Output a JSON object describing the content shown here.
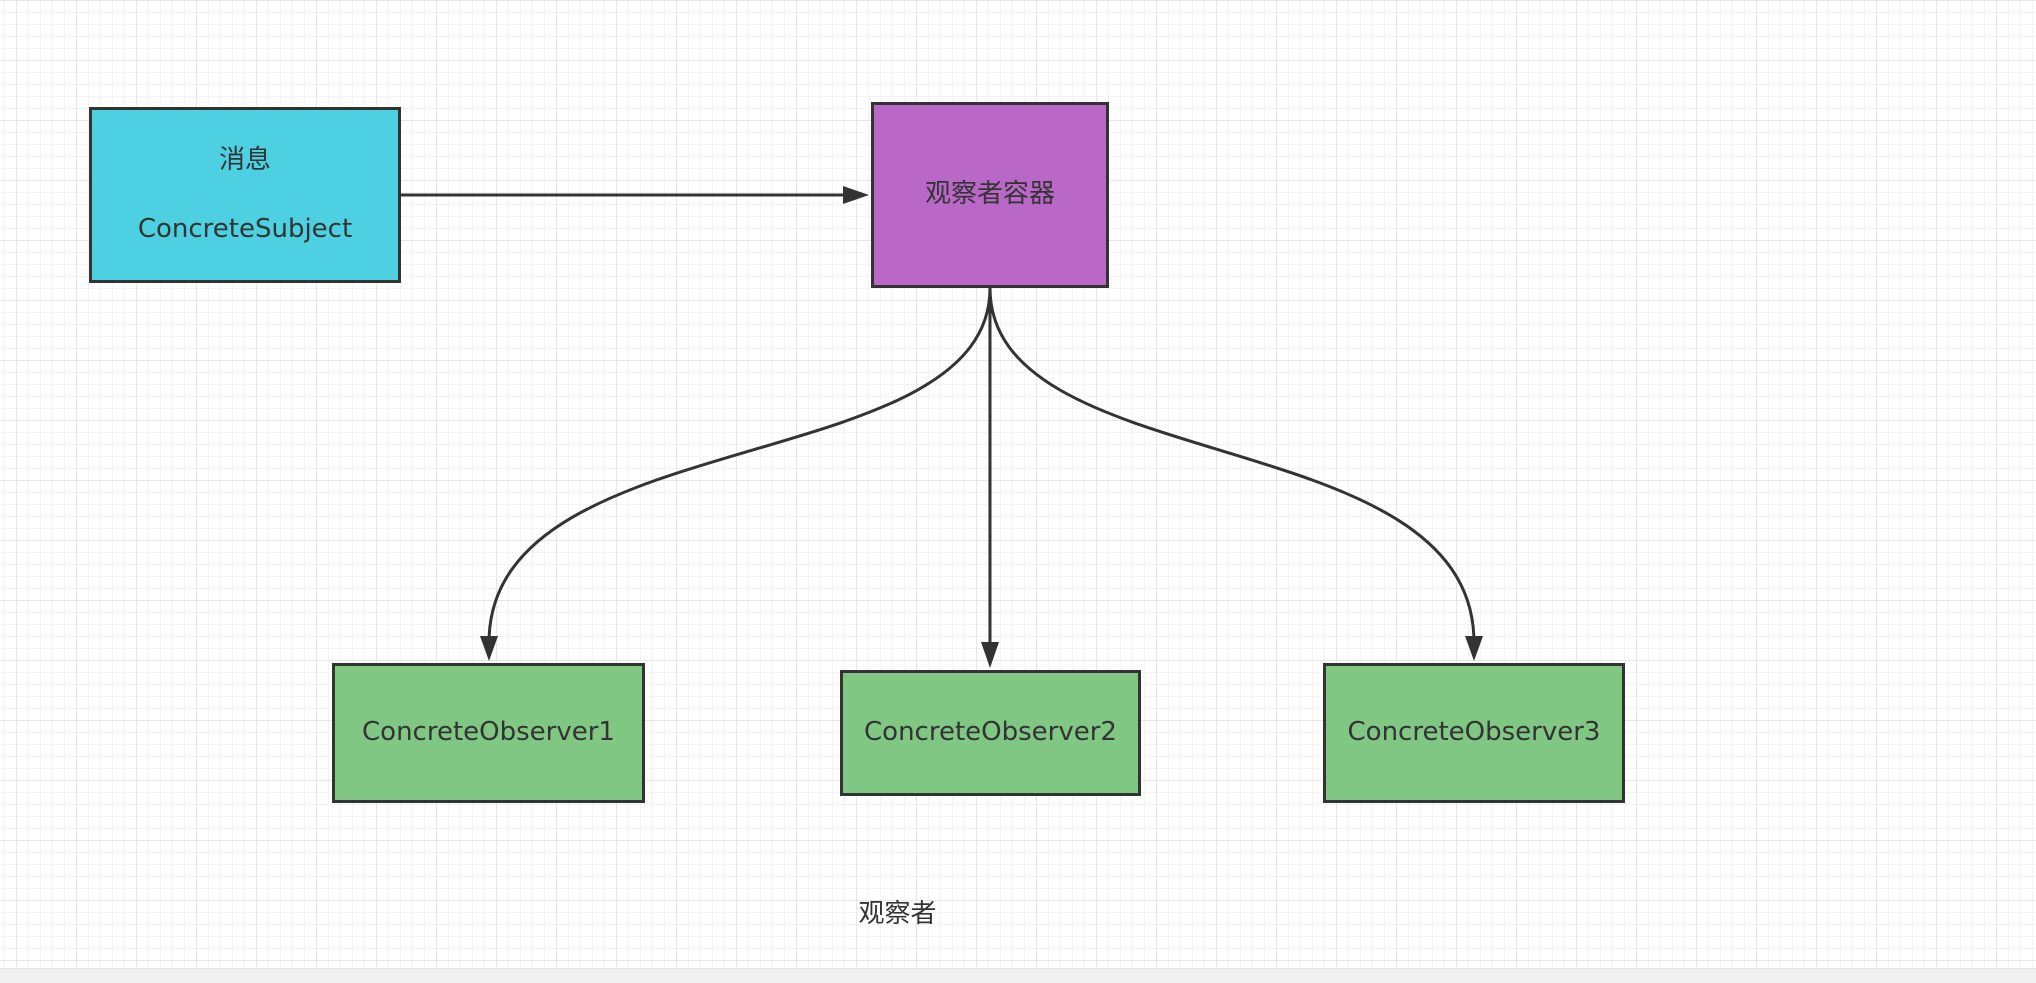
{
  "colors": {
    "subject_fill": "#4dd0e1",
    "container_fill": "#ba68c8",
    "observer_fill": "#81c784",
    "stroke": "#333333",
    "text": "#333333"
  },
  "nodes": {
    "subject": {
      "line1": "消息",
      "line2": "ConcreteSubject"
    },
    "container": {
      "label": "观察者容器"
    },
    "observers": [
      {
        "label": "ConcreteObserver1"
      },
      {
        "label": "ConcreteObserver2"
      },
      {
        "label": "ConcreteObserver3"
      }
    ]
  },
  "edges": [
    {
      "from": "subject",
      "to": "container"
    },
    {
      "from": "container",
      "to": "observer-1"
    },
    {
      "from": "container",
      "to": "observer-2"
    },
    {
      "from": "container",
      "to": "observer-3"
    }
  ],
  "caption": "观察者"
}
